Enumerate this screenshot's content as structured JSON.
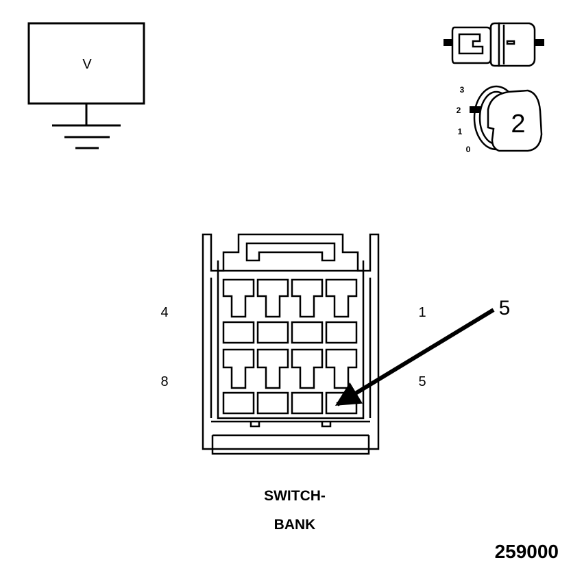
{
  "voltmeter": {
    "label": "V"
  },
  "ignition": {
    "positions": [
      "0",
      "1",
      "2",
      "3"
    ],
    "selected": "2"
  },
  "connector": {
    "pins": {
      "top_left": "4",
      "top_right": "1",
      "bottom_left": "8",
      "bottom_right": "5"
    },
    "callout": "5",
    "name_line1": "SWITCH-",
    "name_line2": "BANK"
  },
  "figure_id": "259000",
  "colors": {
    "stroke": "#000000",
    "background": "#ffffff"
  }
}
